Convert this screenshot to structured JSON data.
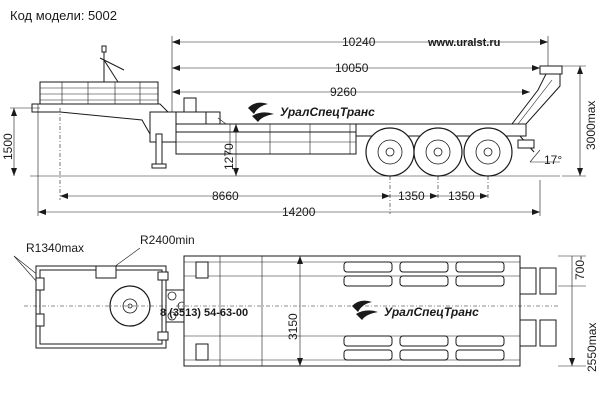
{
  "header": {
    "model_label": "Код модели: 5002"
  },
  "website": "www.uralst.ru",
  "brand_name": "УралСпецТранс",
  "phone": "8 (3513) 54-63-00",
  "side_view": {
    "dims": {
      "overall_length": "10240",
      "deck_length": "10050",
      "platform_length": "9260",
      "height_max": "3000max",
      "coupling_height": "1500",
      "platform_height": "1270",
      "ramp_angle": "17°",
      "king_pin_to_axle": "8660",
      "axle_spacing_1": "1350",
      "axle_spacing_2": "1350",
      "total_length": "14200"
    }
  },
  "top_view": {
    "dims": {
      "turn_radius_front": "R1340max",
      "turn_radius_rear": "R2400min",
      "inner_width": "3150",
      "ramp_spacing": "700-",
      "overall_width": "2550max"
    }
  },
  "colors": {
    "line": "#1a1a1a",
    "background": "#ffffff"
  }
}
